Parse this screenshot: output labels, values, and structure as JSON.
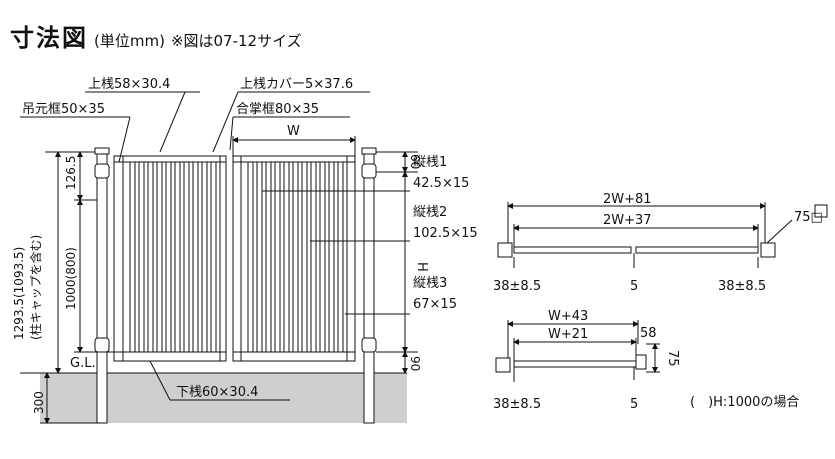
{
  "header": {
    "title": "寸法図",
    "unit": "(単位mm)",
    "note": "※図は07-12サイズ"
  },
  "front_view": {
    "top_rail": "上桟58×30.4",
    "top_rail_cover": "上桟カバー5×37.6",
    "hinge_frame": "吊元框50×35",
    "meeting_frame": "合掌框80×35",
    "width_label": "W",
    "dim_top": "126.5",
    "dim_top_right": "60",
    "total_height": "1293.5(1093.5)",
    "total_height_note": "(柱キャップを含む)",
    "panel_height": "1000(800)",
    "height_label": "H",
    "stile1_name": "縦桟1",
    "stile1_size": "42.5×15",
    "stile2_name": "縦桟2",
    "stile2_size": "102.5×15",
    "stile3_name": "縦桟3",
    "stile3_size": "67×15",
    "ground_label": "G.L.",
    "ground_clearance": "90",
    "bottom_rail": "下桟60×30.4",
    "post_depth": "300"
  },
  "plan_top": {
    "outer_width": "2W+81",
    "inner_width": "2W+37",
    "post_size": "75□",
    "left_offset": "38±8.5",
    "center_gap": "5",
    "right_offset": "38±8.5"
  },
  "plan_bottom": {
    "outer_width": "W+43",
    "inner_width": "W+21",
    "frame_depth": "58",
    "post_depth": "75",
    "left_offset": "38±8.5",
    "center_gap": "5"
  },
  "footnote": "(　)H:1000の場合"
}
